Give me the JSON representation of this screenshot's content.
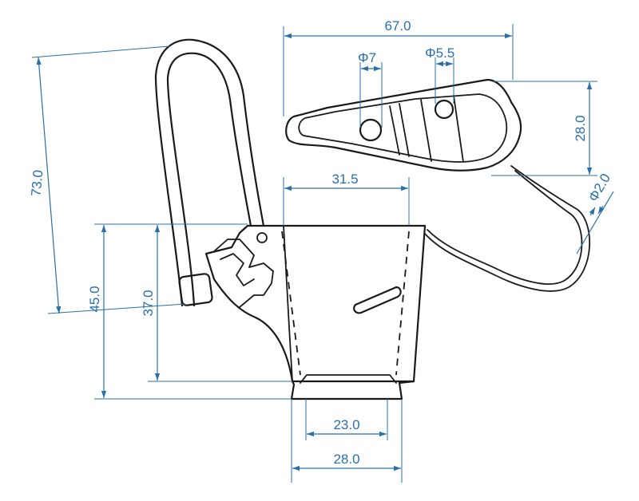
{
  "dimensions": {
    "clip_length": "67.0",
    "hole_large": "Φ7",
    "hole_small": "Φ5.5",
    "clip_height": "28.0",
    "cable_diameter": "Φ2.0",
    "top_width": "31.5",
    "overall_height": "73.0",
    "body_height_outer": "45.0",
    "body_height_inner": "37.0",
    "bottom_inner_width": "23.0",
    "bottom_outer_width": "28.0"
  },
  "colors": {
    "outline": "#1a1a1a",
    "dimension": "#2a6fa8"
  }
}
